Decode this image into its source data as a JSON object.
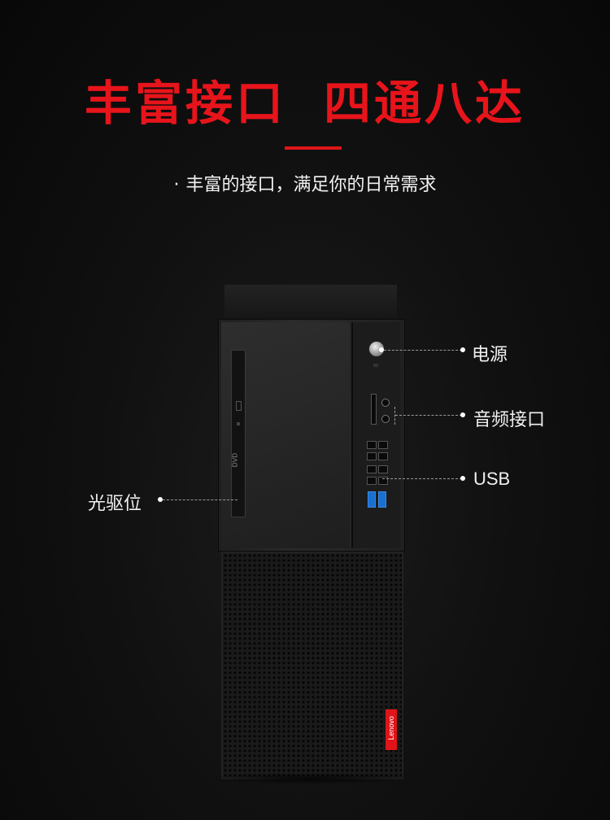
{
  "headline": {
    "left": "丰富接口",
    "right": "四通八达"
  },
  "subtitle": {
    "bullet": "·",
    "text": "丰富的接口，满足你的日常需求"
  },
  "callouts": {
    "power": "电源",
    "audio": "音频接口",
    "usb": "USB",
    "optical": "光驱位"
  },
  "product": {
    "brand_logo": "Lenovo",
    "drive_label": "DVD"
  },
  "colors": {
    "accent": "#e8141b",
    "background": "#111111",
    "text": "#f0f0f0"
  }
}
